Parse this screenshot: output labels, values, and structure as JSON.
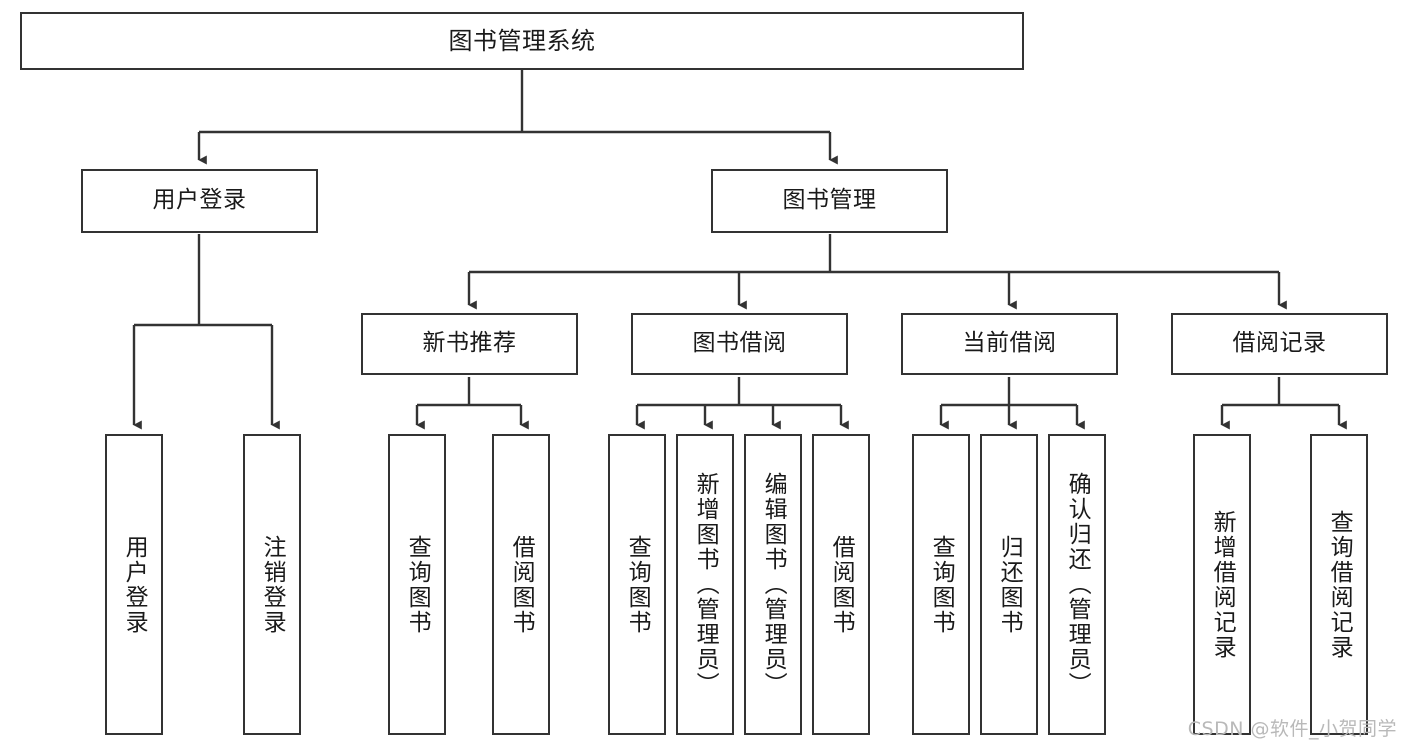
{
  "diagram": {
    "title": "图书管理系统",
    "type": "tree",
    "root": {
      "id": "root",
      "label": "图书管理系统"
    },
    "level1": [
      {
        "id": "user-login",
        "label": "用户登录"
      },
      {
        "id": "book-manage",
        "label": "图书管理"
      }
    ],
    "level2": [
      {
        "id": "new-book-recommend",
        "label": "新书推荐",
        "parent": "book-manage"
      },
      {
        "id": "book-borrow",
        "label": "图书借阅",
        "parent": "book-manage"
      },
      {
        "id": "current-borrow",
        "label": "当前借阅",
        "parent": "book-manage"
      },
      {
        "id": "borrow-record",
        "label": "借阅记录",
        "parent": "book-manage"
      }
    ],
    "leaves": [
      {
        "id": "leaf-user-login",
        "label": "用户登录",
        "parent": "user-login"
      },
      {
        "id": "leaf-logout-login",
        "label": "注销登录",
        "parent": "user-login"
      },
      {
        "id": "leaf-query-book-1",
        "label": "查询图书",
        "parent": "new-book-recommend"
      },
      {
        "id": "leaf-borrow-book-1",
        "label": "借阅图书",
        "parent": "new-book-recommend"
      },
      {
        "id": "leaf-query-book-2",
        "label": "查询图书",
        "parent": "book-borrow"
      },
      {
        "id": "leaf-add-book",
        "label": "新增图书（管理员）",
        "parent": "book-borrow"
      },
      {
        "id": "leaf-edit-book",
        "label": "编辑图书（管理员）",
        "parent": "book-borrow"
      },
      {
        "id": "leaf-borrow-book-2",
        "label": "借阅图书",
        "parent": "book-borrow"
      },
      {
        "id": "leaf-query-book-3",
        "label": "查询图书",
        "parent": "current-borrow"
      },
      {
        "id": "leaf-return-book",
        "label": "归还图书",
        "parent": "current-borrow"
      },
      {
        "id": "leaf-confirm-return",
        "label": "确认归还（管理员）",
        "parent": "current-borrow"
      },
      {
        "id": "leaf-add-record",
        "label": "新增借阅记录",
        "parent": "borrow-record"
      },
      {
        "id": "leaf-query-record",
        "label": "查询借阅记录",
        "parent": "borrow-record"
      }
    ],
    "colors": {
      "box_border": "#333333",
      "box_fill": "#ffffff",
      "connector": "#333333",
      "text": "#1a1a1a",
      "watermark": "#b9b9b9"
    }
  },
  "watermark": {
    "text": "CSDN @软件_小贺同学"
  }
}
